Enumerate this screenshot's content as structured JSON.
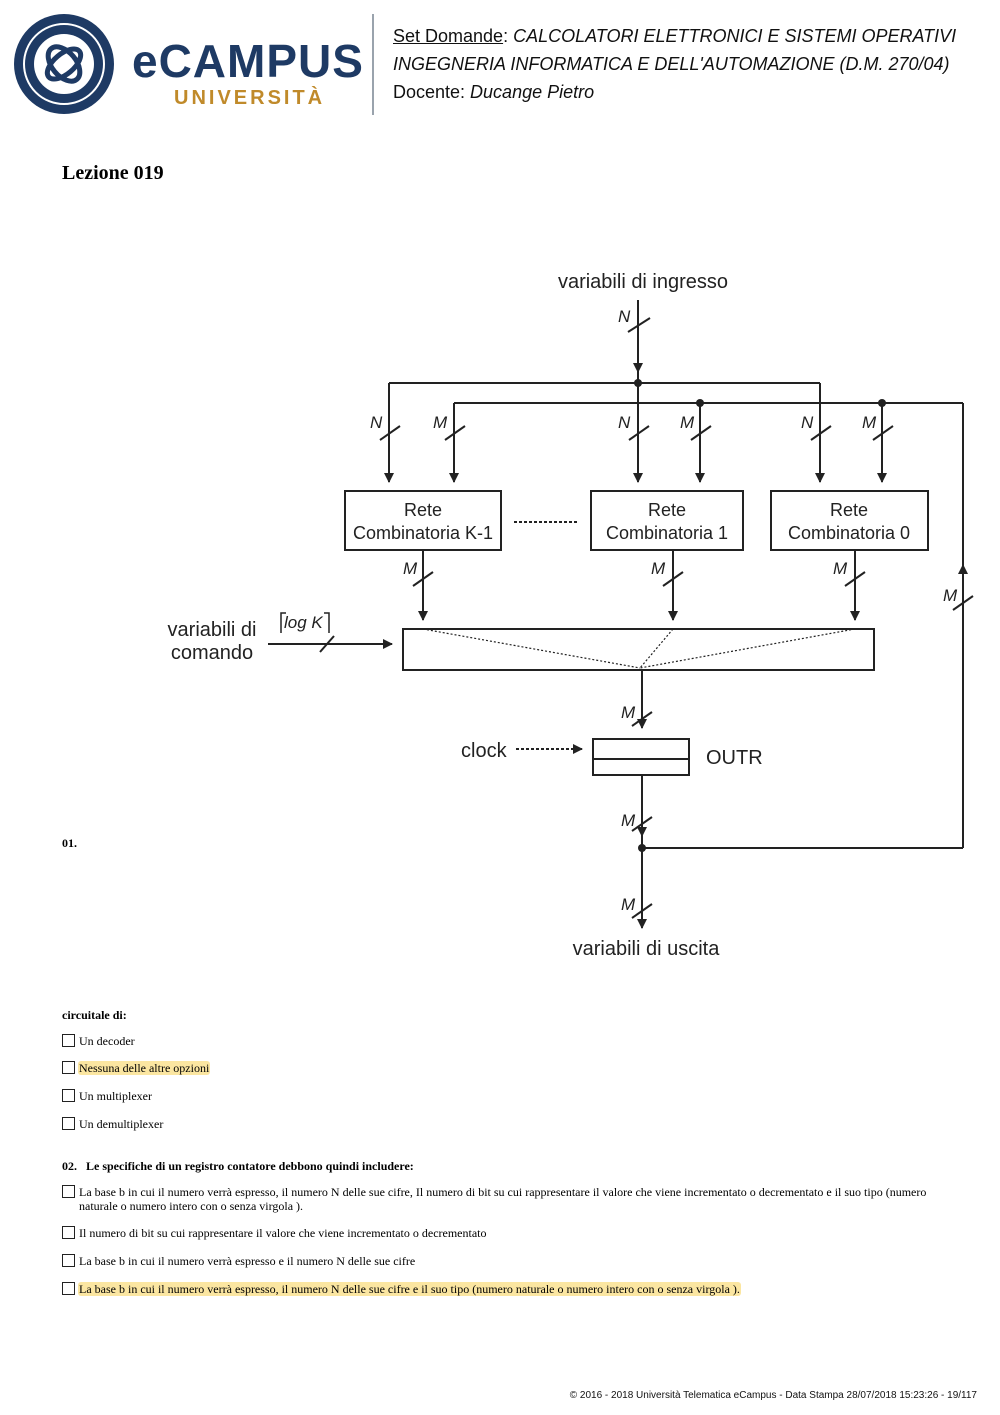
{
  "header": {
    "logo": {
      "brand": "eCAMPUS",
      "subtitle": "UNIVERSITÀ",
      "colors": {
        "navy": "#1e3a64",
        "gold": "#c08a2a"
      }
    },
    "set_label": "Set Domande",
    "separator": ": ",
    "course": "CALCOLATORI ELETTRONICI E SISTEMI OPERATIVI",
    "degree": "INGEGNERIA INFORMATICA E DELL'AUTOMAZIONE (D.M. 270/04)",
    "teacher_label": "Docente: ",
    "teacher": "Ducange Pietro"
  },
  "lesson_title": "Lezione 019",
  "diagram": {
    "input_label": "variabili di ingresso",
    "output_label": "variabili di uscita",
    "command_label_line1": "variabili di",
    "command_label_line2": "comando",
    "command_width": "log K",
    "clock_label": "clock",
    "register_label": "OUTR",
    "net_word": "Rete",
    "nets": [
      "Combinatoria K-1",
      "Combinatoria 1",
      "Combinatoria 0"
    ],
    "bus_n": "N",
    "bus_m": "M"
  },
  "questions": [
    {
      "number": "01.",
      "text": "circuitale di:",
      "options": [
        {
          "text": "Un decoder",
          "highlighted": false
        },
        {
          "text": "Nessuna delle altre opzioni",
          "highlighted": true
        },
        {
          "text": "Un multiplexer",
          "highlighted": false
        },
        {
          "text": "Un demultiplexer",
          "highlighted": false
        }
      ]
    },
    {
      "number": "02.",
      "text": "Le specifiche di un registro contatore debbono quindi includere:",
      "options": [
        {
          "text": "La base b in cui il numero verrà espresso, il numero N delle sue cifre, Il numero di bit su cui rappresentare il valore che viene incrementato o decrementato e il suo tipo (numero naturale o numero intero con o senza virgola ).",
          "highlighted": false
        },
        {
          "text": "Il numero di bit su cui rappresentare il valore che viene incrementato o decrementato",
          "highlighted": false
        },
        {
          "text": "La base b in cui il numero verrà espresso e il numero N delle sue cifre",
          "highlighted": false
        },
        {
          "text": "La base b in cui il numero verrà espresso, il numero N delle sue cifre e il suo tipo (numero naturale o numero intero con o senza virgola ).",
          "highlighted": true
        }
      ]
    }
  ],
  "footer": "© 2016 - 2018 Università Telematica eCampus - Data Stampa 28/07/2018 15:23:26 - 19/117",
  "colors": {
    "highlight": "#fbe6a1"
  }
}
